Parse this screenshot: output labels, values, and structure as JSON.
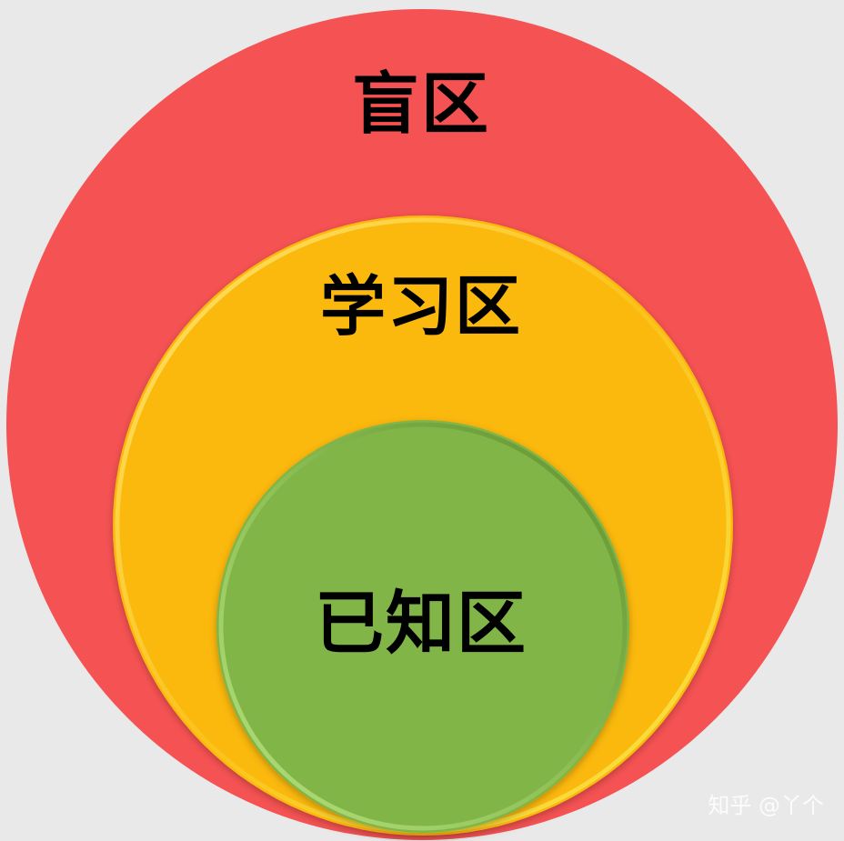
{
  "zones": {
    "blind": {
      "label": "盲区",
      "color": "#f55253"
    },
    "learning": {
      "label": "学习区",
      "color": "#fbb80a"
    },
    "known": {
      "label": "已知区",
      "color": "#82b546"
    }
  },
  "watermark": "知乎 @丫个"
}
